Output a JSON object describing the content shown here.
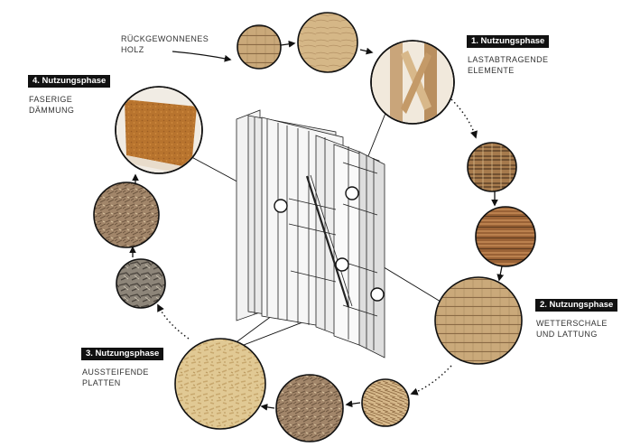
{
  "source_label": {
    "lines": [
      "RÜCKGEWONNENES",
      "HOLZ"
    ]
  },
  "phases": [
    {
      "badge": "1. Nutzungsphase",
      "lines": [
        "LASTABTRAGENDE",
        "ELEMENTE"
      ]
    },
    {
      "badge": "2. Nutzungsphase",
      "lines": [
        "WETTERSCHALE",
        "UND LATTUNG"
      ]
    },
    {
      "badge": "3. Nutzungsphase",
      "lines": [
        "AUSSTEIFENDE",
        "PLATTEN"
      ]
    },
    {
      "badge": "4. Nutzungsphase",
      "lines": [
        "FASERIGE",
        "DÄMMUNG"
      ]
    }
  ],
  "colors": {
    "badge_bg": "#111111",
    "badge_text": "#ffffff",
    "label_text": "#333333",
    "line": "#111111",
    "wood_light": "#d9be86",
    "wood_mid": "#b98a4e",
    "wood_dark": "#7a5630",
    "fiber": "#b8742e",
    "grey_wood": "#8d8477"
  },
  "icons": {
    "arrow_solid": "arrow-icon",
    "arrow_dotted": "dotted-arrow-icon",
    "focus_marker": "focus-ring-icon"
  }
}
